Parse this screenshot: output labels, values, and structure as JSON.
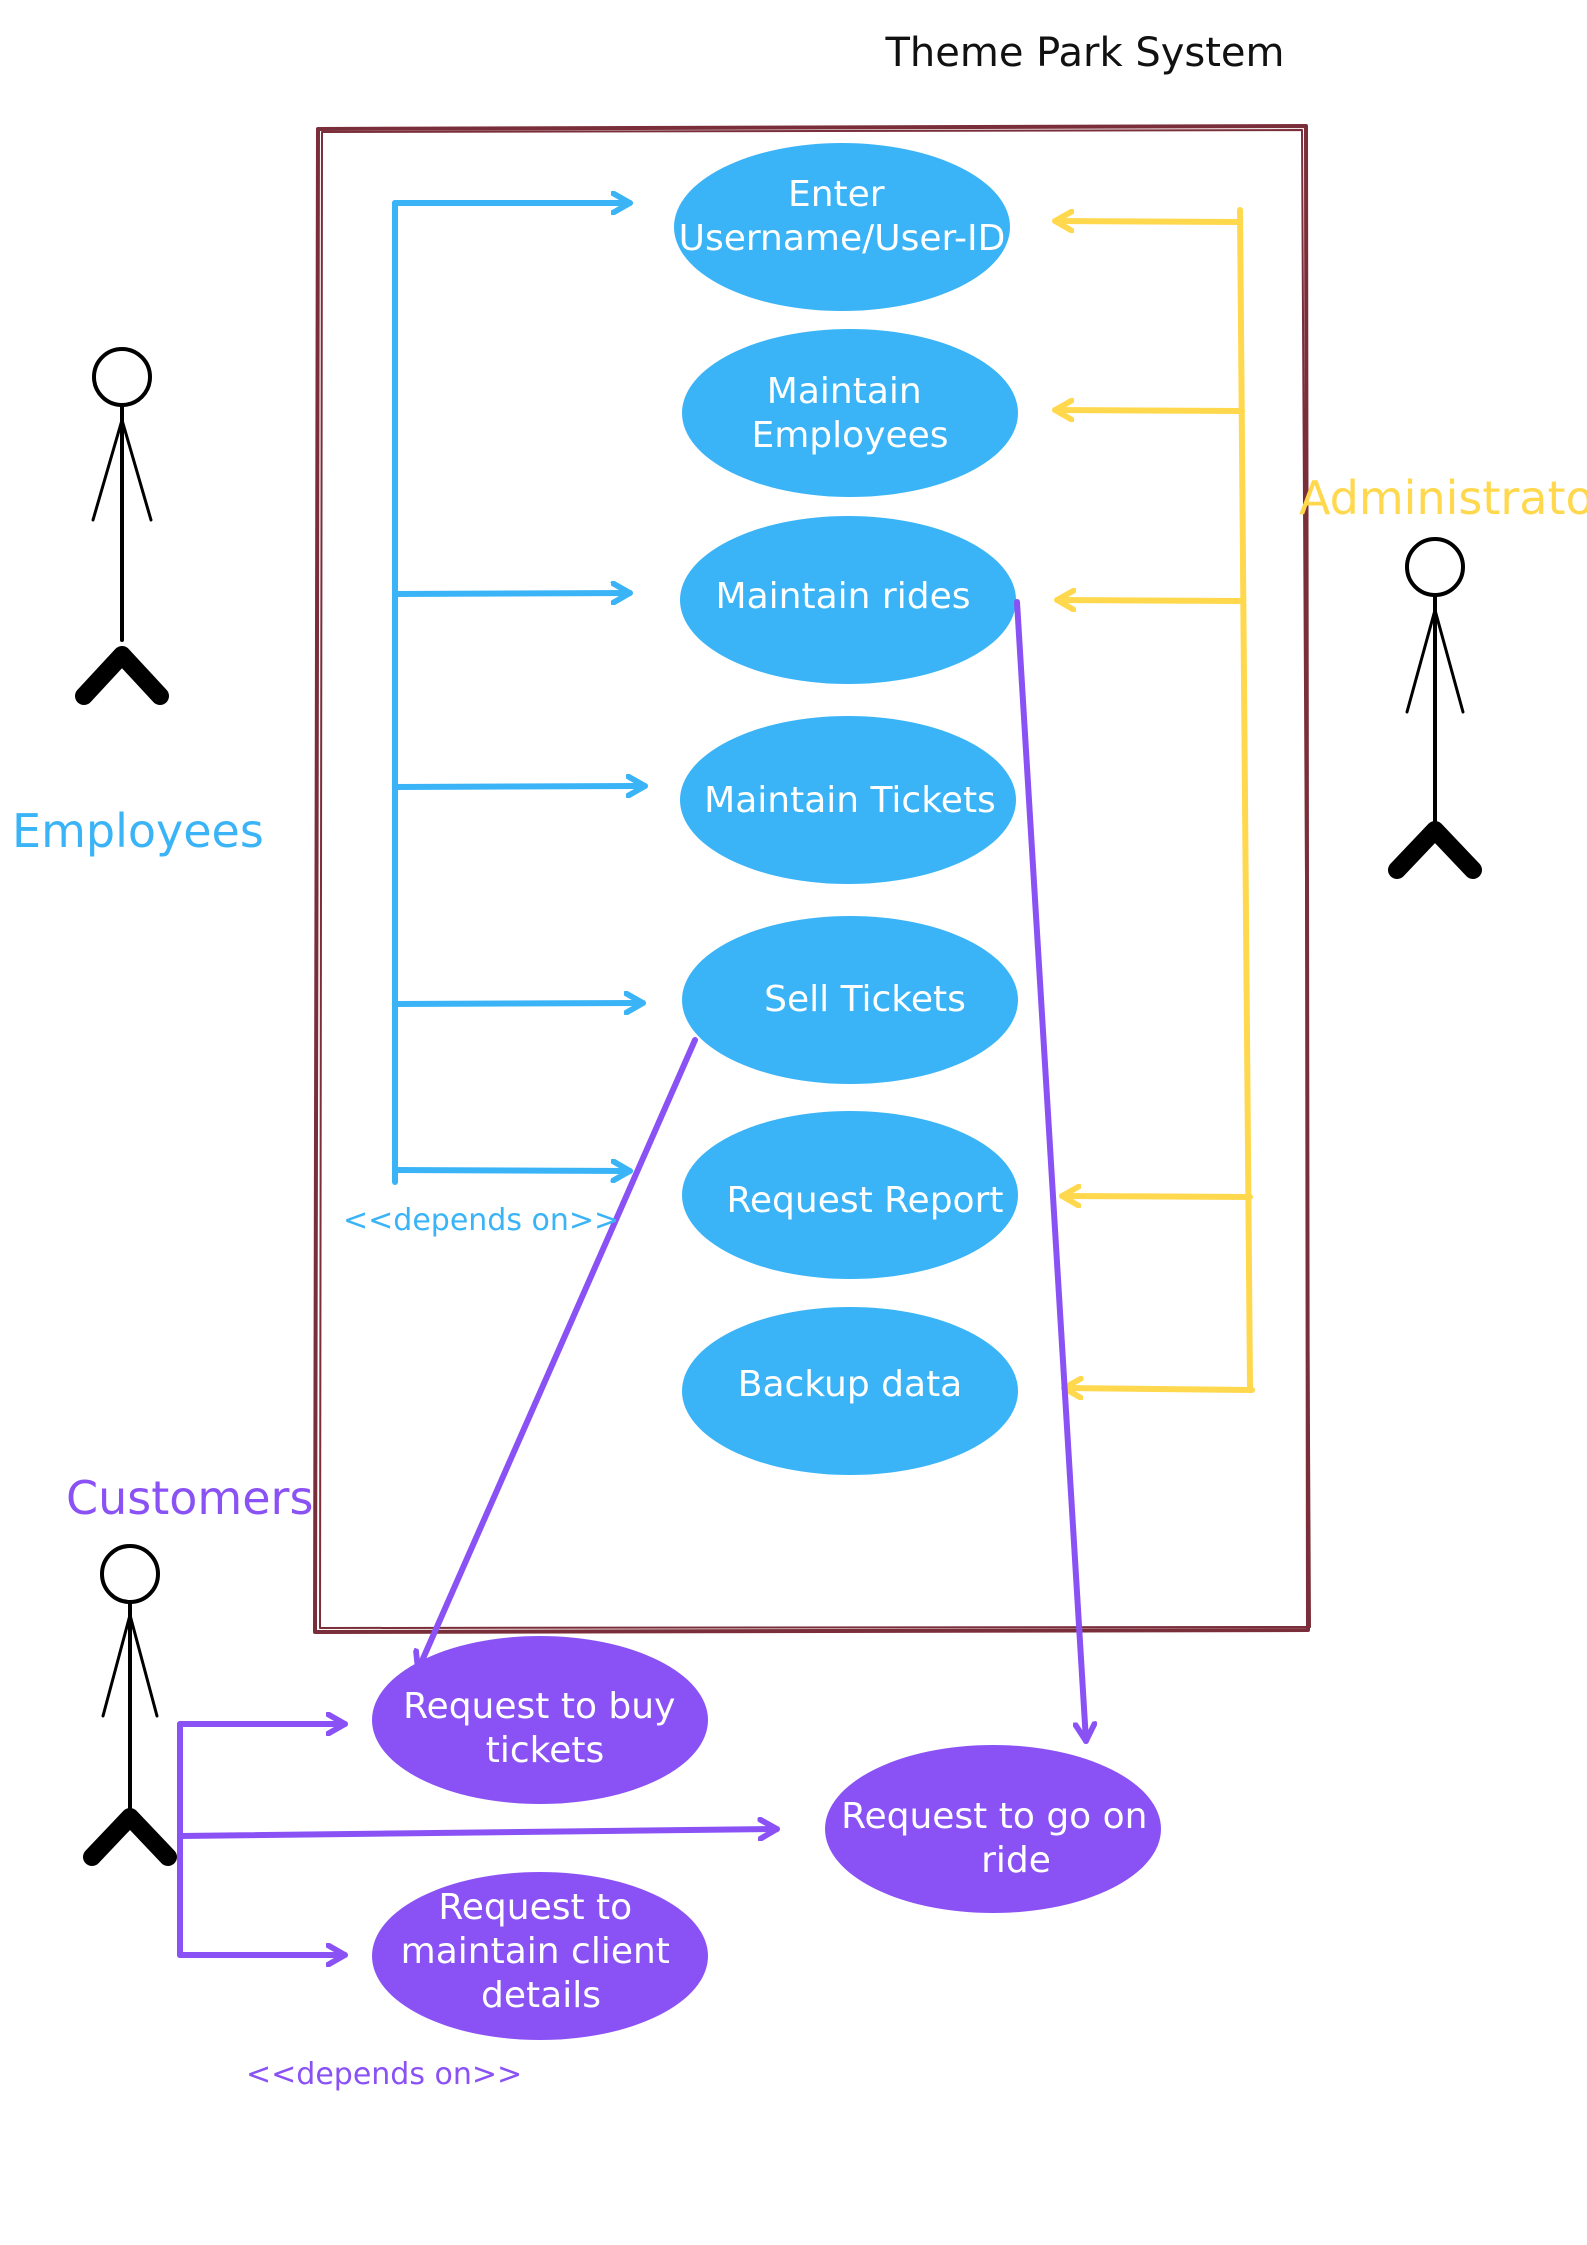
{
  "title": "Theme Park System",
  "colors": {
    "employee": "#3ab4f7",
    "admin": "#ffd84d",
    "customer": "#8a52f5",
    "boundary": "#7a2e3a",
    "stick": "#000000",
    "usecase_text": "#ffffff"
  },
  "actors": {
    "employees": "Employees",
    "administrators": "Administrators",
    "customers": "Customers"
  },
  "system_use_cases": [
    [
      "Enter",
      "Username/User-ID"
    ],
    [
      "Maintain",
      "Employees"
    ],
    [
      "Maintain rides"
    ],
    [
      "Maintain Tickets"
    ],
    [
      "Sell Tickets"
    ],
    [
      "Request Report"
    ],
    [
      "Backup data"
    ]
  ],
  "customer_use_cases": [
    [
      "Request to buy",
      "tickets"
    ],
    [
      "Request to go on",
      "ride"
    ],
    [
      "Request to",
      "maintain client",
      "details"
    ]
  ],
  "stereotypes": {
    "employee": "<<depends on>>",
    "customer": "<<depends on>>"
  }
}
